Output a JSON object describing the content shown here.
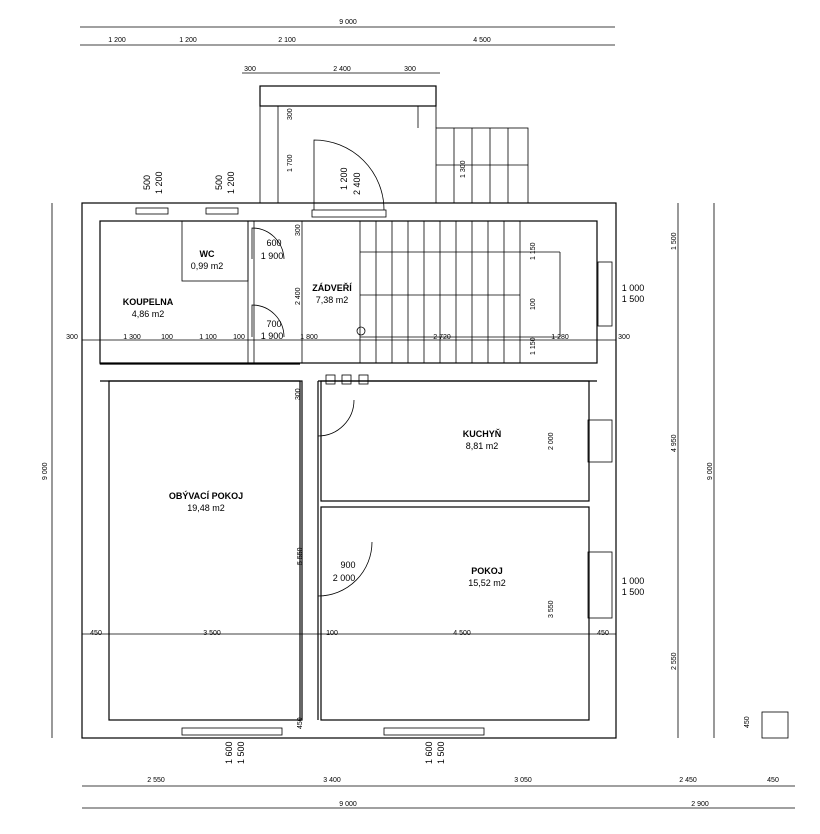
{
  "rooms": [
    {
      "id": "koupelna",
      "name": "KOUPELNA",
      "area": "4,86 m2"
    },
    {
      "id": "wc",
      "name": "WC",
      "area": "0,99 m2"
    },
    {
      "id": "zadveri",
      "name": "ZÁDVEŘÍ",
      "area": "7,38 m2"
    },
    {
      "id": "kuchyn",
      "name": "KUCHYŇ",
      "area": "8,81 m2"
    },
    {
      "id": "obyvaci",
      "name": "OBÝVACÍ POKOJ",
      "area": "19,48 m2"
    },
    {
      "id": "pokoj",
      "name": "POKOJ",
      "area": "15,52 m2"
    }
  ],
  "openings": [
    {
      "id": "wc-door",
      "w": "600",
      "h": "1 900"
    },
    {
      "id": "koupelna-door",
      "w": "700",
      "h": "1 900"
    },
    {
      "id": "pokoj-door",
      "w": "900",
      "h": "2 000"
    },
    {
      "id": "stair-window",
      "w": "1 000",
      "h": "1 500"
    },
    {
      "id": "pokoj-window",
      "w": "1 000",
      "h": "1 500"
    },
    {
      "id": "entry-door",
      "w": "1 200",
      "h": "2 400"
    },
    {
      "id": "koupelna-window",
      "w": "500",
      "h": "1 200"
    },
    {
      "id": "wc-window",
      "w": "500",
      "h": "1 200"
    },
    {
      "id": "obyvaci-window",
      "w": "1 600",
      "h": "1 500"
    },
    {
      "id": "pokoj-south-window",
      "w": "1 600",
      "h": "1 500"
    }
  ],
  "dims": {
    "top_total": "9 000",
    "top_1": "1 200",
    "top_2": "1 200",
    "top_3": "2 100",
    "top_4": "4 500",
    "porch_1": "300",
    "porch_2": "2 400",
    "porch_3": "300",
    "porch_v_300": "300",
    "porch_v_1700": "1 700",
    "stair_1300": "1 300",
    "wall_300_a": "300",
    "wall_2400": "2 400",
    "wall_300_b": "300",
    "row_300_left": "300",
    "row_1300": "1 300",
    "row_100_a": "100",
    "row_1100": "1 100",
    "row_100_b": "100",
    "row_1800": "1 800",
    "row_2720": "2 720",
    "row_1280": "1 280",
    "row_300_right": "300",
    "stair_1150_a": "1 150",
    "stair_100": "100",
    "stair_1150_b": "1 150",
    "kuchyn_2000": "2 000",
    "pokoj_3550": "3 550",
    "hall_5550": "5 550",
    "row2_450_left": "450",
    "row2_3500": "3 500",
    "row2_100": "100",
    "row2_4500": "4 500",
    "row2_450_right": "450",
    "wall_450_bottom": "450",
    "right_1500": "1 500",
    "right_4950": "4 950",
    "right_2550": "2 550",
    "right_total": "9 000",
    "left_total": "9 000",
    "bottom_2550": "2 550",
    "bottom_3400": "3 400",
    "bottom_3050": "3 050",
    "bottom_2450": "2 450",
    "bottom_450": "450",
    "bottom_total": "9 000",
    "bottom_2900": "2 900",
    "legend_450": "450"
  }
}
